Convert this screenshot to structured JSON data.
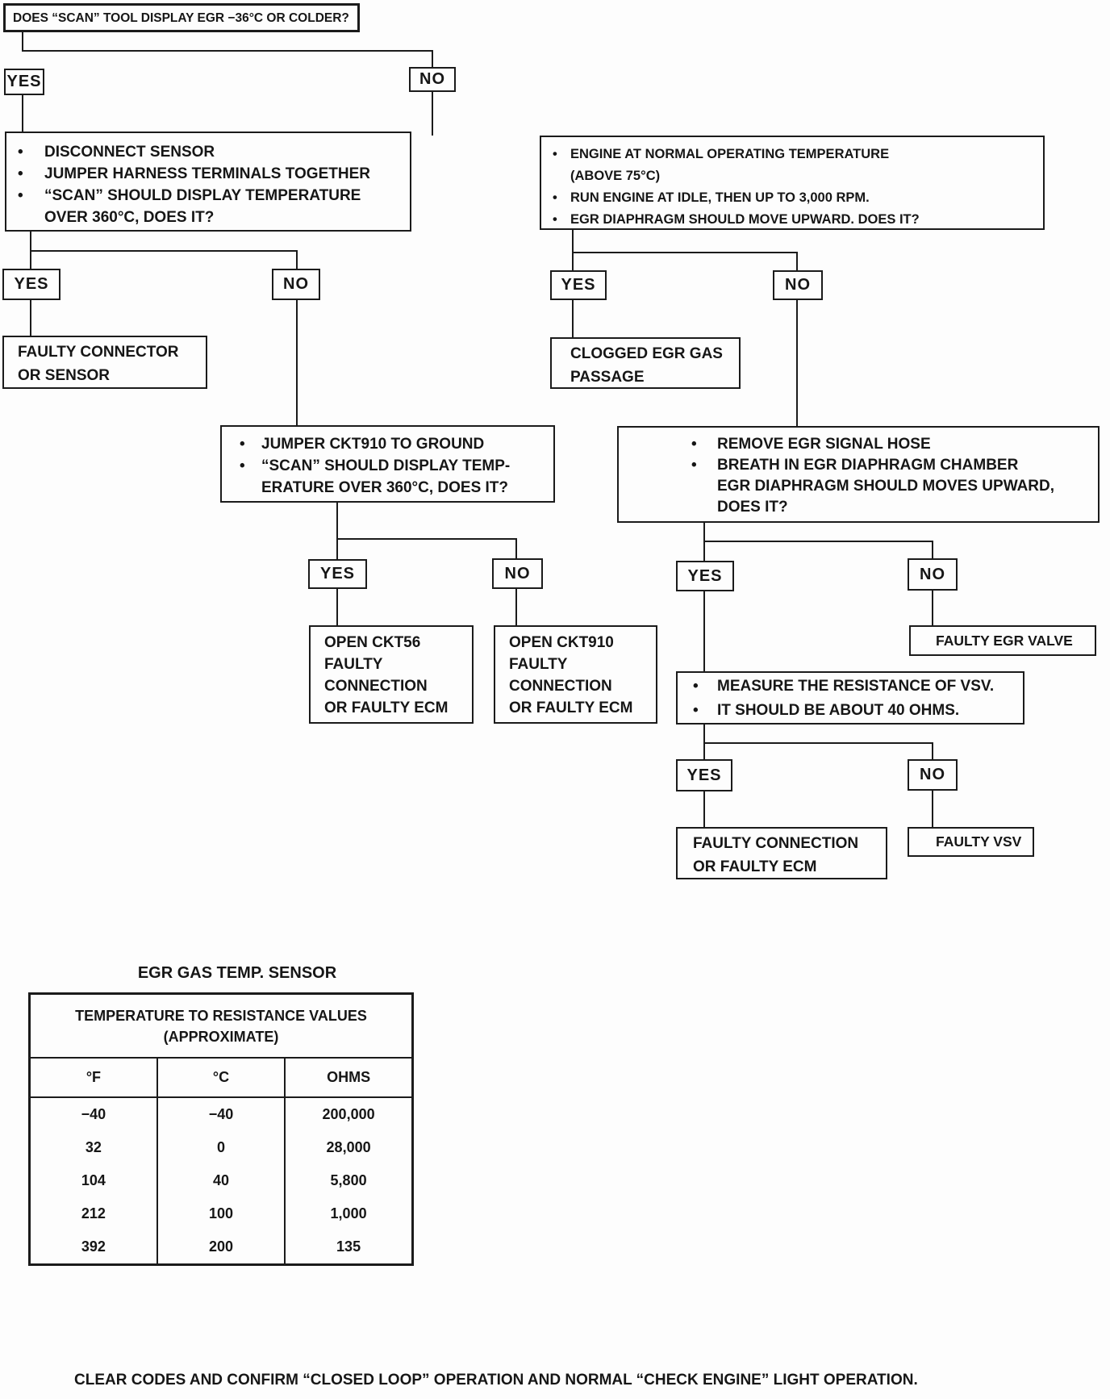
{
  "colors": {
    "ink": "#1b1b1b",
    "paper": "#fdfdfd"
  },
  "labels": {
    "yes": "YES",
    "no": "NO"
  },
  "flow": {
    "q1": "DOES “SCAN” TOOL DISPLAY EGR −36°C OR COLDER?",
    "box_a": {
      "lines": [
        {
          "b": 1,
          "t": "DISCONNECT SENSOR"
        },
        {
          "b": 1,
          "t": "JUMPER HARNESS TERMINALS TOGETHER"
        },
        {
          "b": 1,
          "t": "“SCAN” SHOULD DISPLAY TEMPERATURE"
        },
        {
          "b": 0,
          "t": "OVER 360°C, DOES IT?"
        }
      ]
    },
    "box_b": {
      "lines": [
        {
          "b": 1,
          "t": "ENGINE AT NORMAL OPERATING TEMPERATURE"
        },
        {
          "b": 0,
          "t": "(ABOVE 75°C)"
        },
        {
          "b": 1,
          "t": "RUN ENGINE AT IDLE, THEN UP TO 3,000 RPM."
        },
        {
          "b": 1,
          "t": "EGR DIAPHRAGM SHOULD MOVE UPWARD. DOES IT?"
        }
      ]
    },
    "faulty_connector": {
      "lines": [
        {
          "b": 0,
          "t": "FAULTY CONNECTOR"
        },
        {
          "b": 0,
          "t": "OR SENSOR"
        }
      ]
    },
    "clogged": {
      "lines": [
        {
          "b": 0,
          "t": "CLOGGED EGR GAS"
        },
        {
          "b": 0,
          "t": "PASSAGE"
        }
      ]
    },
    "jumper": {
      "lines": [
        {
          "b": 1,
          "t": "JUMPER CKT910 TO GROUND"
        },
        {
          "b": 1,
          "t": "“SCAN” SHOULD DISPLAY TEMP-"
        },
        {
          "b": 0,
          "t": "ERATURE OVER 360°C, DOES IT?"
        }
      ]
    },
    "remove": {
      "lines": [
        {
          "b": 1,
          "t": "REMOVE EGR SIGNAL HOSE"
        },
        {
          "b": 1,
          "t": "BREATH IN EGR DIAPHRAGM CHAMBER"
        },
        {
          "b": 0,
          "t": "EGR DIAPHRAGM SHOULD MOVES UPWARD,"
        },
        {
          "b": 0,
          "t": "DOES IT?"
        }
      ]
    },
    "open_ckt56": {
      "lines": [
        {
          "b": 0,
          "t": "OPEN CKT56"
        },
        {
          "b": 0,
          "t": "FAULTY"
        },
        {
          "b": 0,
          "t": "CONNECTION"
        },
        {
          "b": 0,
          "t": "OR FAULTY ECM"
        }
      ]
    },
    "open_ckt910": {
      "lines": [
        {
          "b": 0,
          "t": "OPEN CKT910"
        },
        {
          "b": 0,
          "t": "FAULTY"
        },
        {
          "b": 0,
          "t": "CONNECTION"
        },
        {
          "b": 0,
          "t": "OR FAULTY ECM"
        }
      ]
    },
    "faulty_egr_valve": "FAULTY EGR VALVE",
    "measure": {
      "lines": [
        {
          "b": 1,
          "t": "MEASURE THE RESISTANCE OF VSV."
        },
        {
          "b": 1,
          "t": "IT SHOULD BE ABOUT 40 OHMS."
        }
      ]
    },
    "faulty_connection": {
      "lines": [
        {
          "b": 0,
          "t": "FAULTY CONNECTION"
        },
        {
          "b": 0,
          "t": "OR FAULTY ECM"
        }
      ]
    },
    "faulty_vsv": "FAULTY VSV"
  },
  "table": {
    "caption": "EGR GAS TEMP. SENSOR",
    "header_line1": "TEMPERATURE TO RESISTANCE VALUES",
    "header_line2": "(APPROXIMATE)",
    "columns": [
      "°F",
      "°C",
      "OHMS"
    ],
    "rows": [
      [
        "−40",
        "−40",
        "200,000"
      ],
      [
        "32",
        "0",
        "28,000"
      ],
      [
        "104",
        "40",
        "5,800"
      ],
      [
        "212",
        "100",
        "1,000"
      ],
      [
        "392",
        "200",
        "135"
      ]
    ]
  },
  "footer": {
    "note": "CLEAR CODES AND CONFIRM “CLOSED LOOP” OPERATION AND NORMAL “CHECK ENGINE” LIGHT OPERATION."
  }
}
